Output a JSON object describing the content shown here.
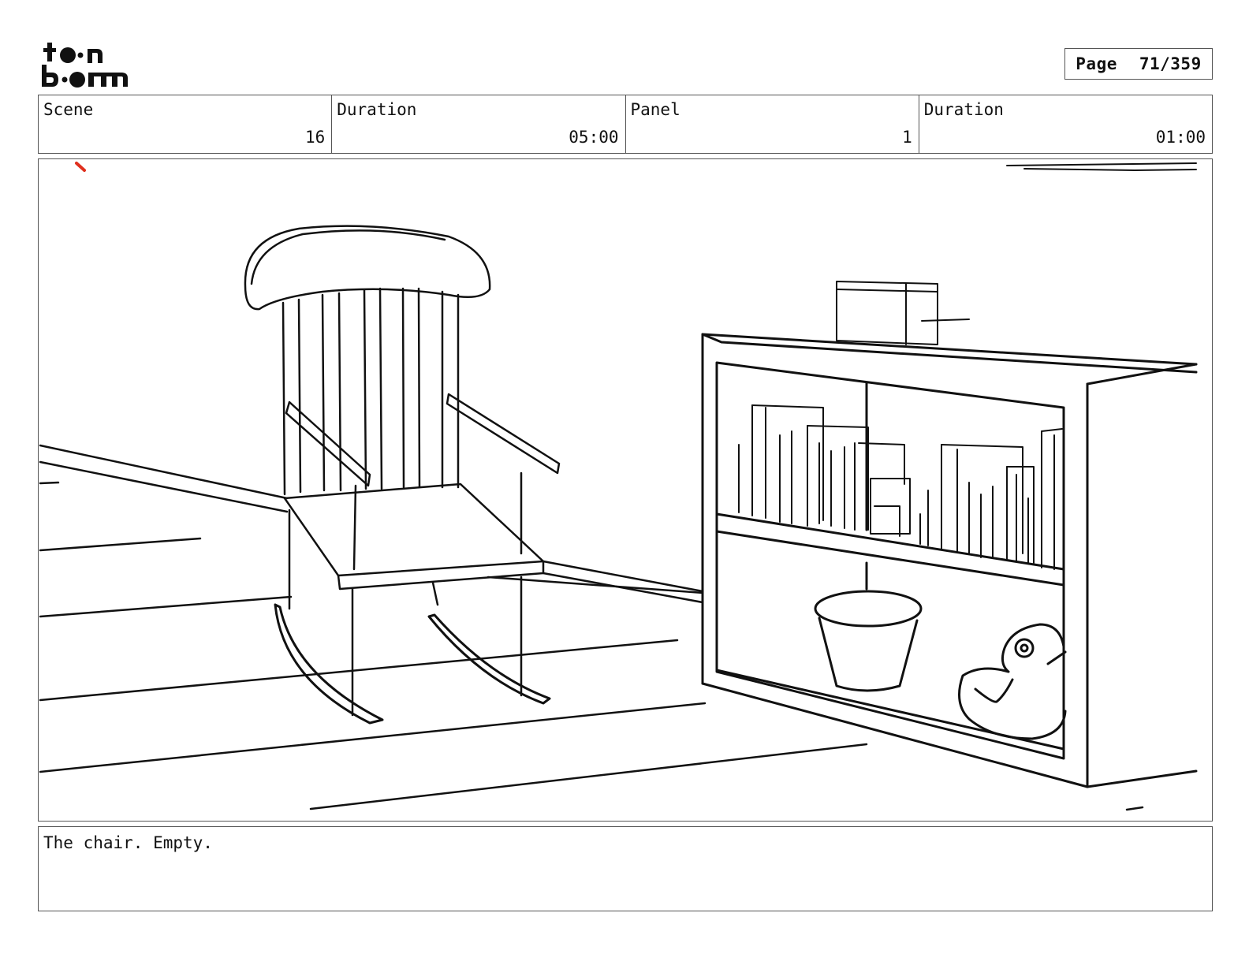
{
  "logo": {
    "line1": "toon",
    "line2": "boom"
  },
  "page": {
    "label": "Page",
    "number": "71/359"
  },
  "info": {
    "scene_label": "Scene",
    "scene_value": "16",
    "scene_duration_label": "Duration",
    "scene_duration_value": "05:00",
    "panel_label": "Panel",
    "panel_value": "1",
    "panel_duration_label": "Duration",
    "panel_duration_value": "01:00"
  },
  "caption": {
    "text": "The chair. Empty."
  }
}
